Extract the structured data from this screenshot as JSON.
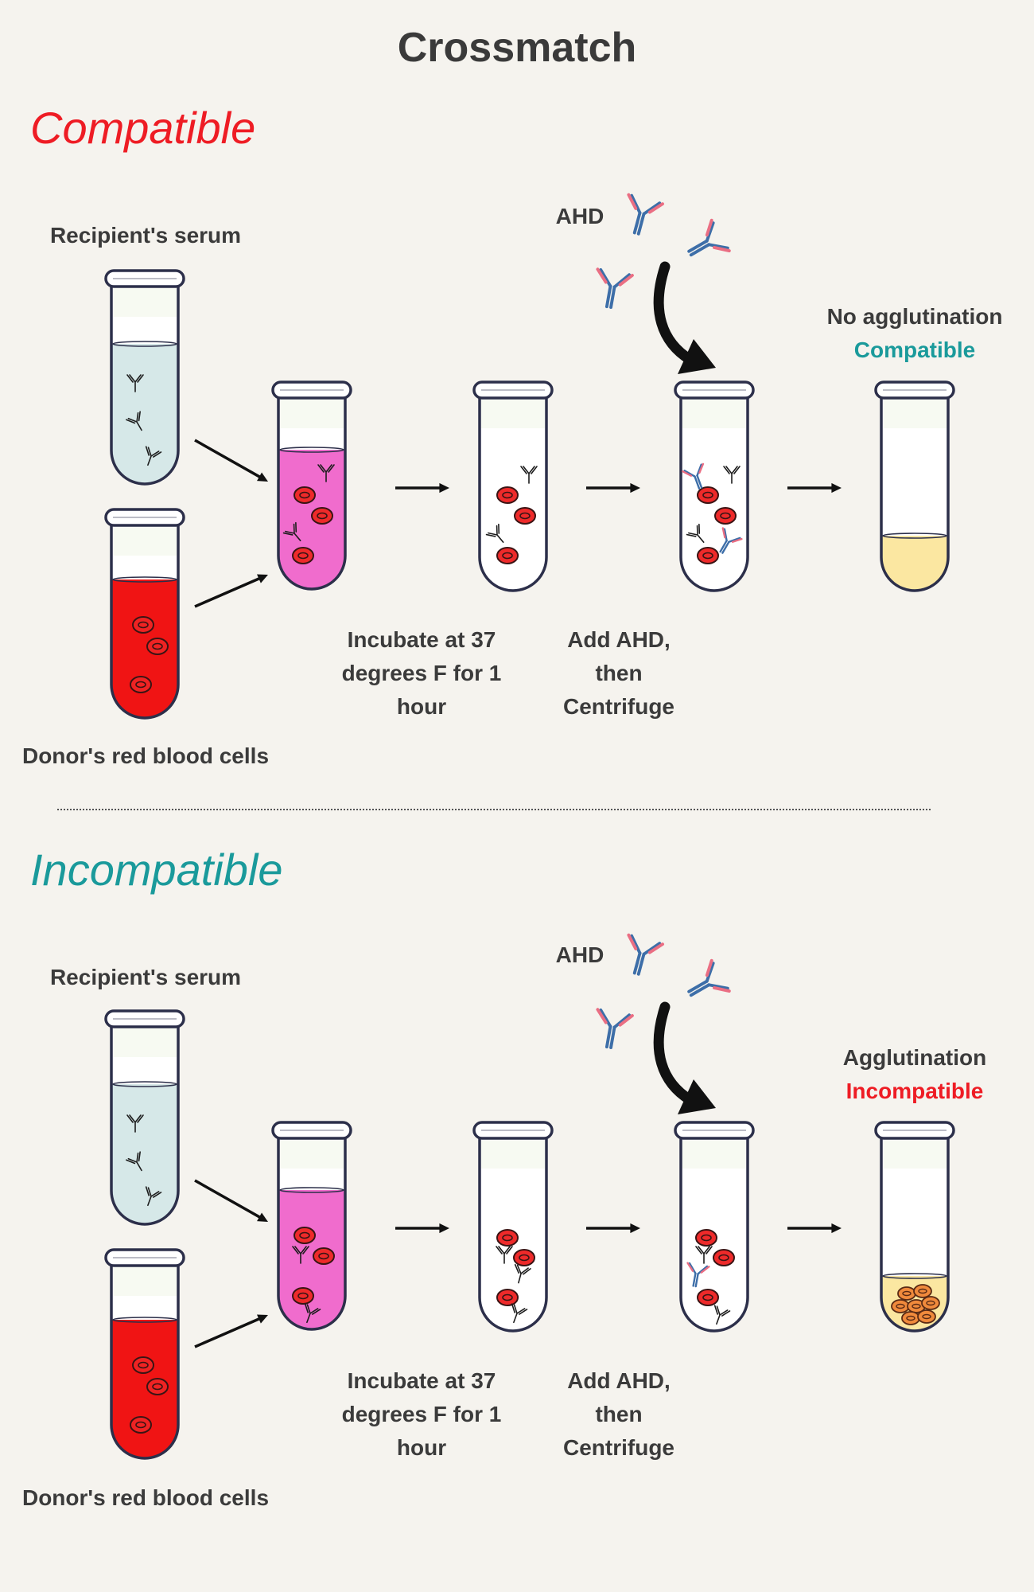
{
  "title": "Crossmatch",
  "colors": {
    "compatible_red": "#ee1c24",
    "teal": "#1a9a9b",
    "serum_blue": "#d6e8e8",
    "blood_red": "#f01414",
    "mix_pink": "#f06ccd",
    "cream_yellow": "#fbe7a1",
    "outline": "#2c2f4a"
  },
  "sections": [
    {
      "heading": "Compatible",
      "serum_label": "Recipient's serum",
      "rbc_label": "Donor's red blood cells",
      "ahd_label": "AHD",
      "step1": "Incubate at 37 degrees F for 1 hour",
      "step2": "Add AHD, then Centrifuge",
      "result_line1": "No agglutination",
      "result_line2": "Compatible",
      "agglutination": false
    },
    {
      "heading": "Incompatible",
      "serum_label": "Recipient's serum",
      "rbc_label": "Donor's red blood cells",
      "ahd_label": "AHD",
      "step1": "Incubate at 37 degrees F for 1 hour",
      "step2": "Add AHD, then Centrifuge",
      "result_line1": "Agglutination",
      "result_line2": "Incompatible",
      "agglutination": true
    }
  ],
  "icons": [
    "test-tube-icon",
    "antibody-icon",
    "red-blood-cell-icon",
    "arrow-icon",
    "curved-arrow-icon"
  ]
}
